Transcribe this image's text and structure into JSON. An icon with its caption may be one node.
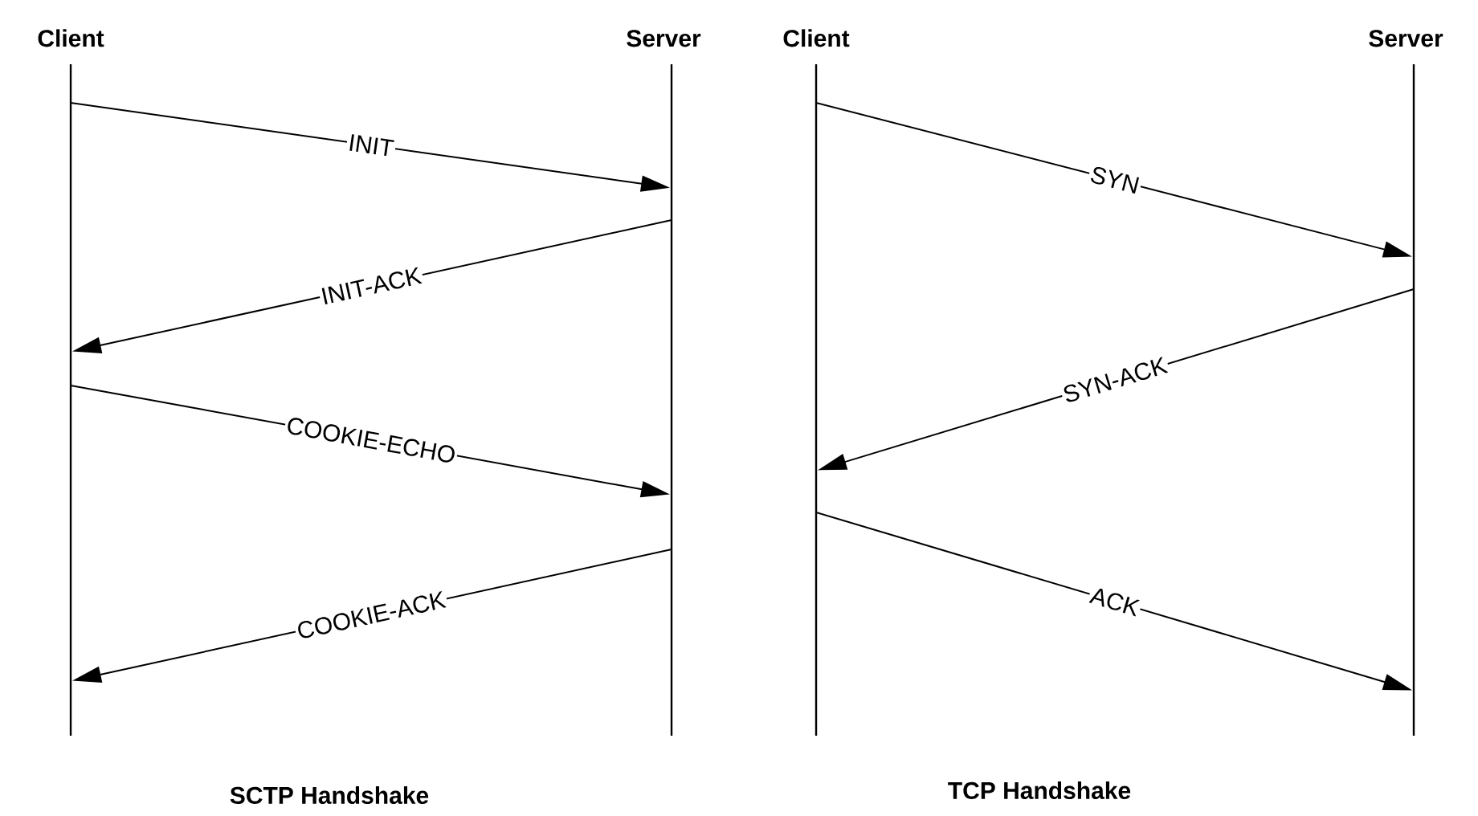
{
  "diagram": {
    "nodes": [
      {
        "text": [
          "Client"
        ]
      },
      {
        "text": [
          "Server"
        ]
      },
      {
        "text": [
          "Client"
        ]
      },
      {
        "text": [
          "Server"
        ]
      }
    ],
    "edges": [
      {
        "from": 0,
        "to": 1,
        "arrow": "to",
        "label": "INIT"
      },
      {
        "from": 1,
        "to": 0,
        "arrow": "to",
        "label": "INIT-ACK"
      },
      {
        "from": 0,
        "to": 1,
        "arrow": "to",
        "label": "COOKIE-ECHO"
      },
      {
        "from": 1,
        "to": 0,
        "arrow": "to",
        "label": "COOKIE-ACK"
      },
      {
        "from": 2,
        "to": 3,
        "arrow": "to",
        "label": "SYN"
      },
      {
        "from": 3,
        "to": 2,
        "arrow": "to",
        "label": "SYN-ACK"
      },
      {
        "from": 2,
        "to": 3,
        "arrow": "to",
        "label": "ACK"
      }
    ],
    "labels": [
      "SCTP Handshake",
      "TCP Handshake"
    ]
  }
}
